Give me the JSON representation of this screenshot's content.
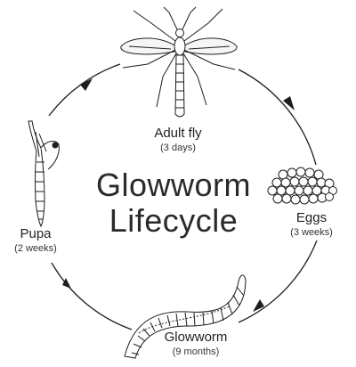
{
  "title": {
    "line1": "Glowworm",
    "line2": "Lifecycle"
  },
  "stages": {
    "adult": {
      "label": "Adult fly",
      "duration": "(3 days)",
      "icon": "adult-fly-icon"
    },
    "eggs": {
      "label": "Eggs",
      "duration": "(3 weeks)",
      "icon": "eggs-icon"
    },
    "larva": {
      "label": "Glowworm",
      "duration": "(9 months)",
      "icon": "glowworm-larva-icon"
    },
    "pupa": {
      "label": "Pupa",
      "duration": "(2 weeks)",
      "icon": "pupa-icon"
    }
  },
  "colors": {
    "line": "#1e1e1e",
    "text": "#222222"
  }
}
